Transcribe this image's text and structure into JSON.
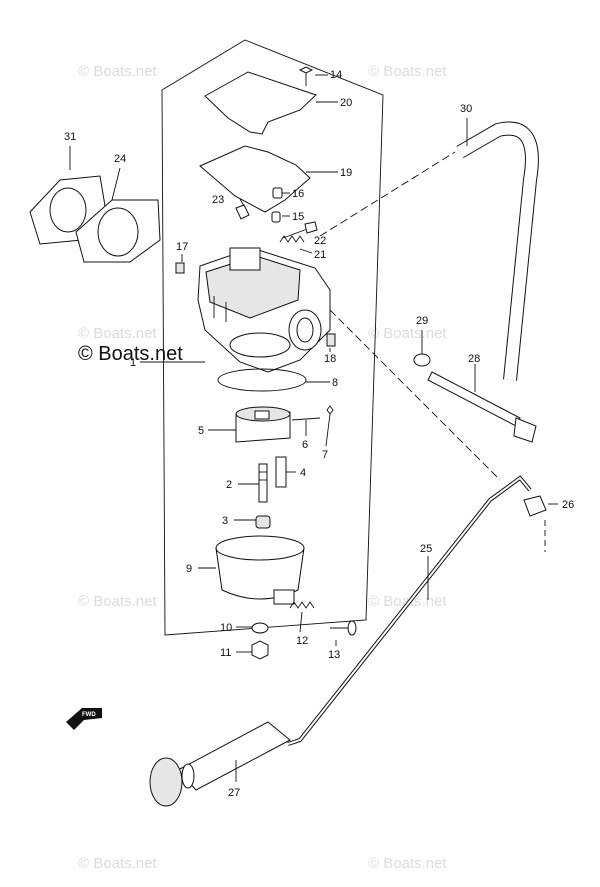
{
  "watermarks": {
    "main": "© Boats.net",
    "repeat": "© Boats.net"
  },
  "fwd_label": "FWD",
  "callouts": {
    "p1": "1",
    "p2": "2",
    "p3": "3",
    "p4": "4",
    "p5": "5",
    "p6": "6",
    "p7": "7",
    "p8": "8",
    "p9": "9",
    "p10": "10",
    "p11": "11",
    "p12": "12",
    "p13": "13",
    "p14": "14",
    "p15": "15",
    "p16": "16",
    "p17": "17",
    "p18": "18",
    "p19": "19",
    "p20": "20",
    "p21": "21",
    "p22": "22",
    "p23": "23",
    "p24": "24",
    "p25": "25",
    "p26": "26",
    "p27": "27",
    "p28": "28",
    "p29": "29",
    "p30": "30",
    "p31": "31"
  }
}
